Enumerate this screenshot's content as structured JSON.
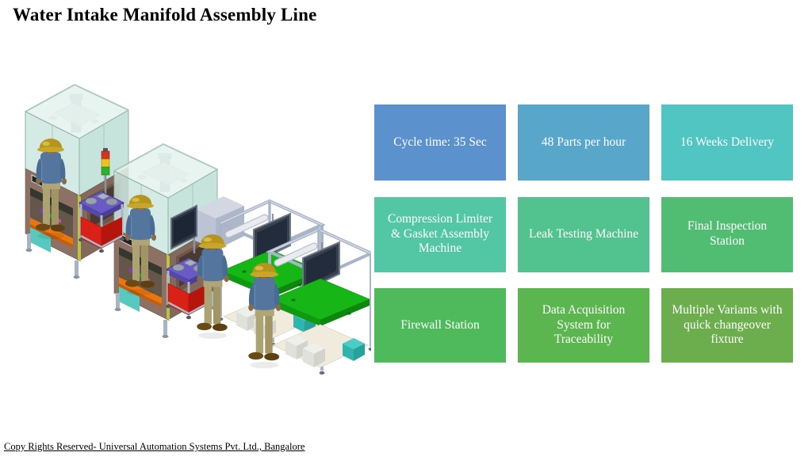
{
  "title": "Water Intake Manifold Assembly Line",
  "illustration": {
    "description": "Isometric 3D CAD render of the assembly line: two enclosed assembly machines with glass hoods and signal towers, red part-supply carts with manifold parts, a gray control cabinet, two aluminium-frame inspection benches with green table tops and overhead monitors, and four operators wearing yellow hard hats, blue shirts and khaki trousers"
  },
  "info_grid": {
    "cells": [
      {
        "label": "Cycle time: 35 Sec",
        "color": "#5B91CD"
      },
      {
        "label": "48 Parts per hour",
        "color": "#58A7CB"
      },
      {
        "label": "16 Weeks Delivery",
        "color": "#50C5C1"
      },
      {
        "label": "Compression Limiter\n& Gasket Assembly\nMachine",
        "color": "#53C6A4"
      },
      {
        "label": "Leak Testing Machine",
        "color": "#52C28E"
      },
      {
        "label": "Final Inspection\nStation",
        "color": "#50BD73"
      },
      {
        "label": "Firewall Station",
        "color": "#4FBA5C"
      },
      {
        "label": "Data Acquisition\nSystem for\nTraceability",
        "color": "#5BB64F"
      },
      {
        "label": "Multiple Variants with\nquick changeover\nfixture",
        "color": "#6CAE4D"
      }
    ]
  },
  "footer": {
    "copyright": "Copy Rights Reserved- Universal Automation Systems Pvt. Ltd., Bangalore"
  }
}
